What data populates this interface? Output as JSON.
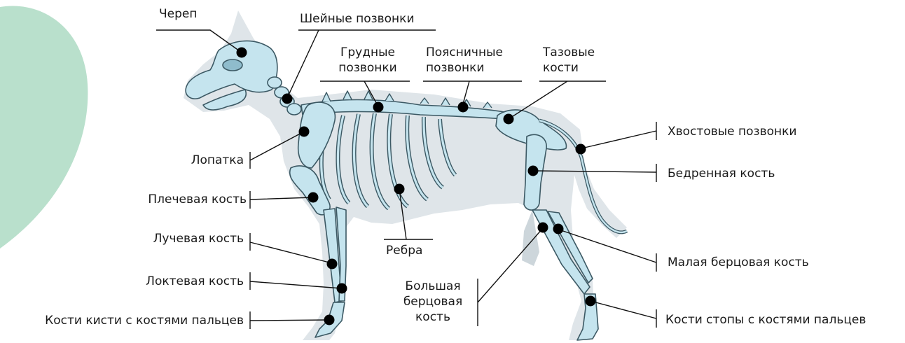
{
  "diagram": {
    "labels": {
      "skull": "Череп",
      "cervical": "Шейные позвонки",
      "thoracic": "Грудные\nпозвонки",
      "lumbar": "Поясничные\nпозвонки",
      "pelvic": "Тазовые\nкости",
      "caudal": "Хвостовые позвонки",
      "femur": "Бедренная кость",
      "fibula": "Малая берцовая кость",
      "tibia": "Большая\nберцовая\nкость",
      "foot": "Кости стопы с костями пальцев",
      "ribs": "Ребра",
      "scapula": "Лопатка",
      "humerus": "Плечевая кость",
      "radius": "Лучевая кость",
      "ulna": "Локтевая кость",
      "hand": "Кости кисти с костями пальцев"
    },
    "colors": {
      "silhouette": "#d9e1e5",
      "bone_fill": "#c5e4ee",
      "bone_stroke": "#3c5964",
      "accent_shape": "#b9e0cc",
      "marker": "#000000"
    }
  }
}
